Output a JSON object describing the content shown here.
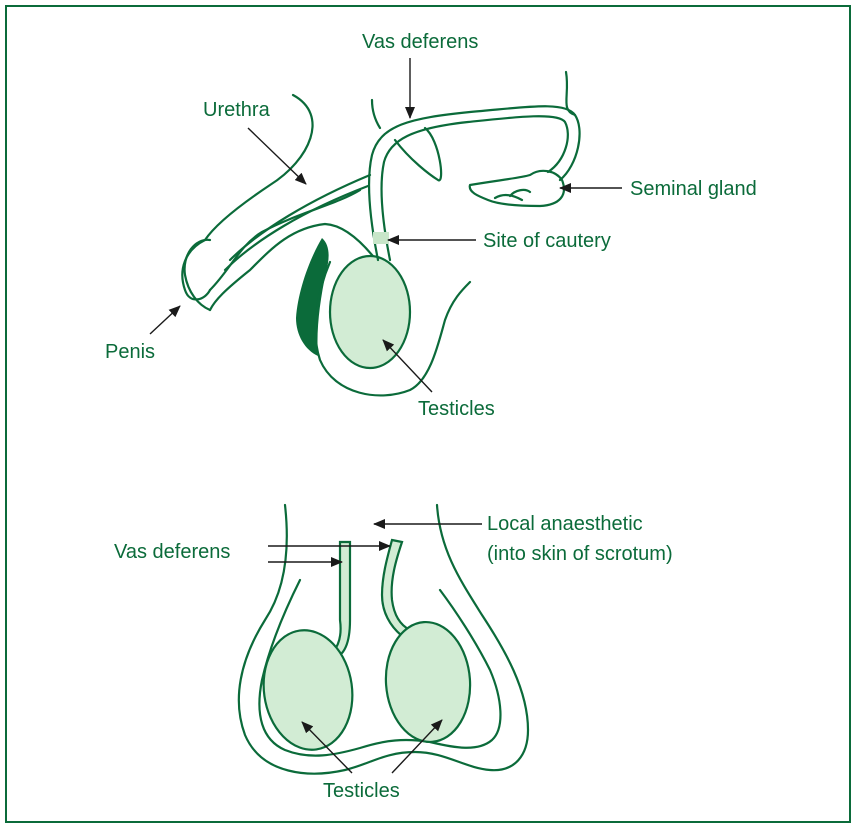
{
  "colors": {
    "outline": "#0b6b3a",
    "organ_fill": "#d2ecd4",
    "dark_fill": "#0b6b3a",
    "cautery": "#c8e6c9",
    "arrow": "#1a1a1a"
  },
  "top_diagram": {
    "labels": {
      "vas_deferens": "Vas deferens",
      "urethra": "Urethra",
      "seminal_gland": "Seminal gland",
      "site_of_cautery": "Site of cautery",
      "penis": "Penis",
      "testicles": "Testicles"
    }
  },
  "bottom_diagram": {
    "labels": {
      "local_anaesthetic_line1": "Local anaesthetic",
      "local_anaesthetic_line2": "(into skin of scrotum)",
      "vas_deferens": "Vas deferens",
      "testicles": "Testicles"
    }
  }
}
